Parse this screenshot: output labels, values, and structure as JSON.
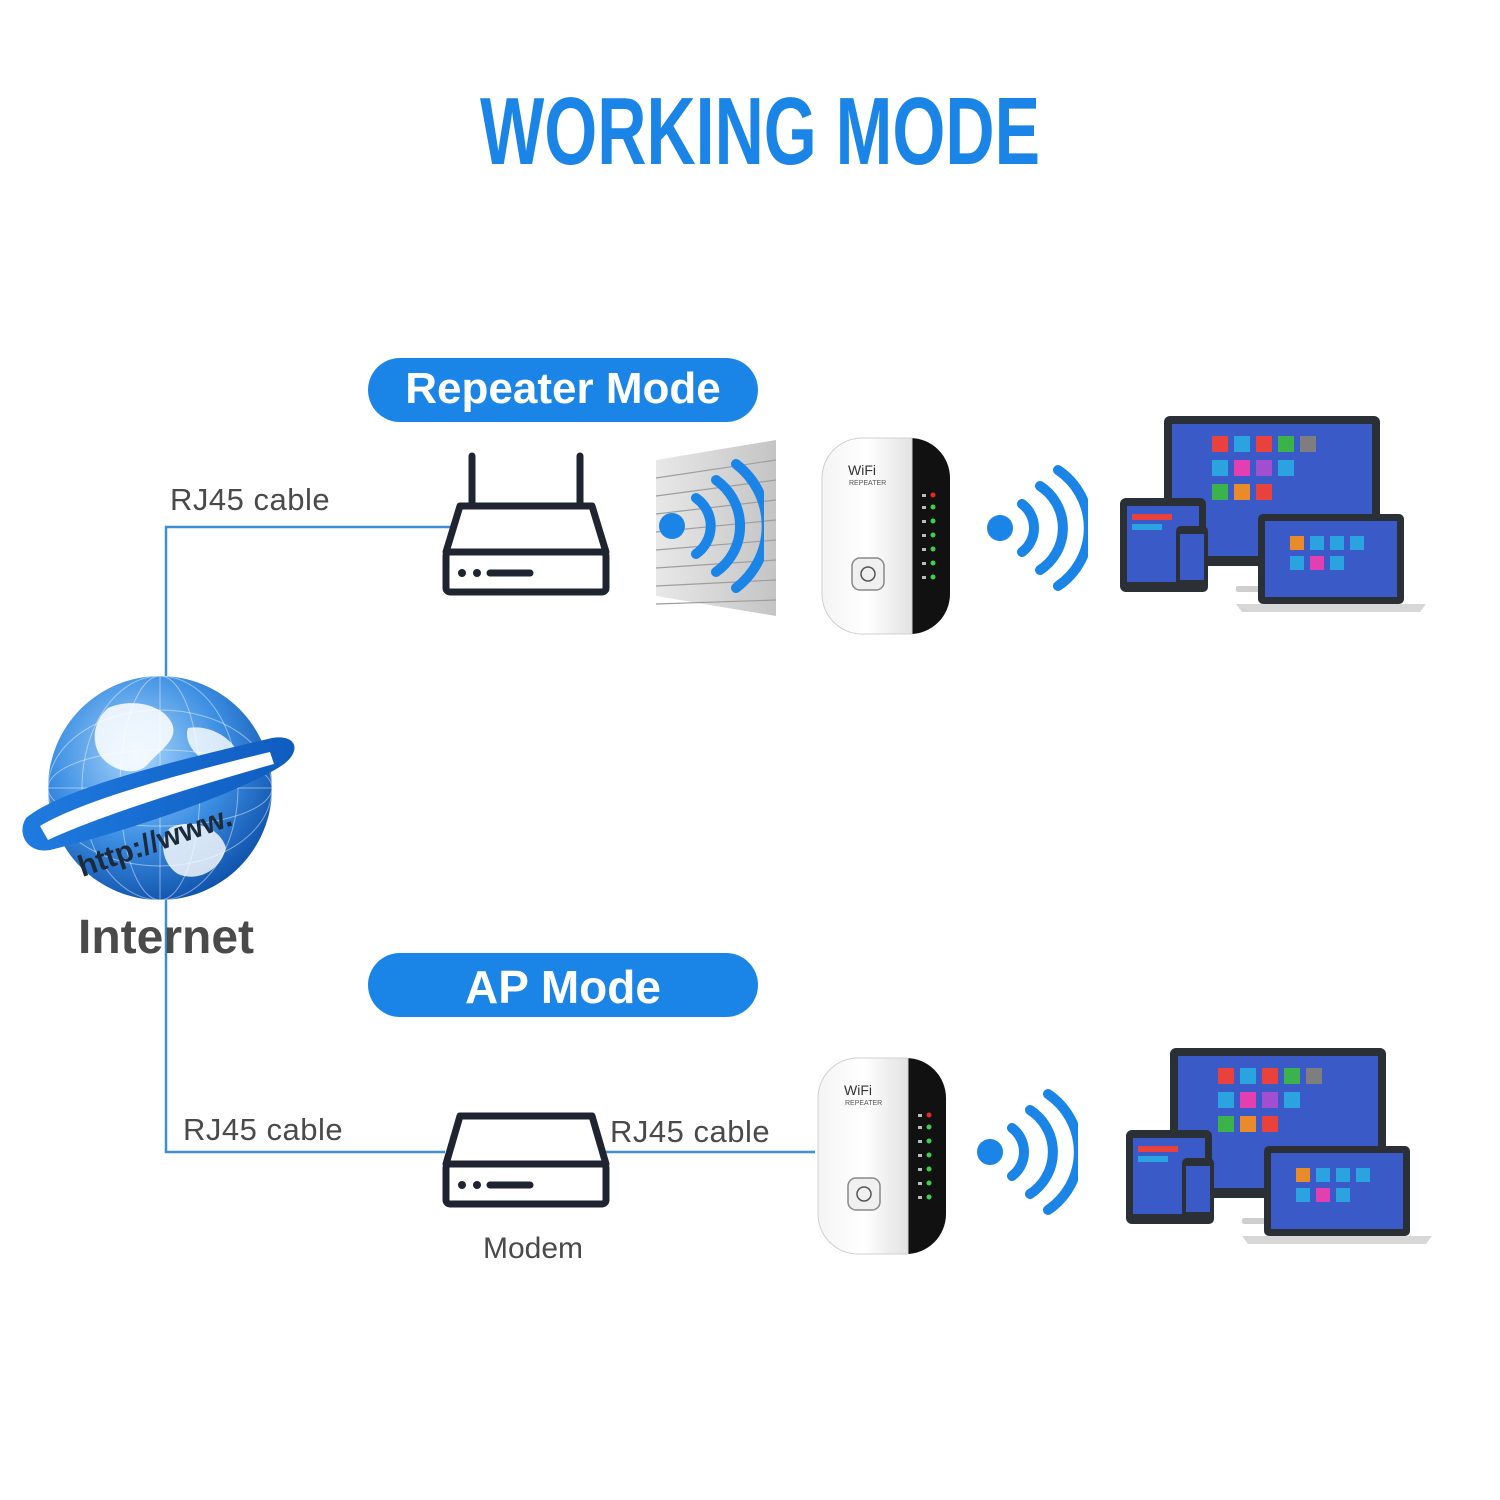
{
  "title": "WORKING MODE",
  "repeater_mode": {
    "label": "Repeater Mode",
    "cable_label": "RJ45 cable"
  },
  "ap_mode": {
    "label": "AP Mode",
    "cable_left_label": "RJ45 cable",
    "cable_right_label": "RJ45 cable",
    "modem_label": "Modem"
  },
  "internet": {
    "label": "Internet",
    "globe_text": "http://www."
  },
  "repeater_device": {
    "brand_text": "WiFi",
    "model_text": "REPEATER"
  },
  "colors": {
    "accent_blue": "#1a85e6",
    "line_blue": "#3c8fd6",
    "device_outline": "#1f2430",
    "text_gray": "#4a4a4a"
  }
}
